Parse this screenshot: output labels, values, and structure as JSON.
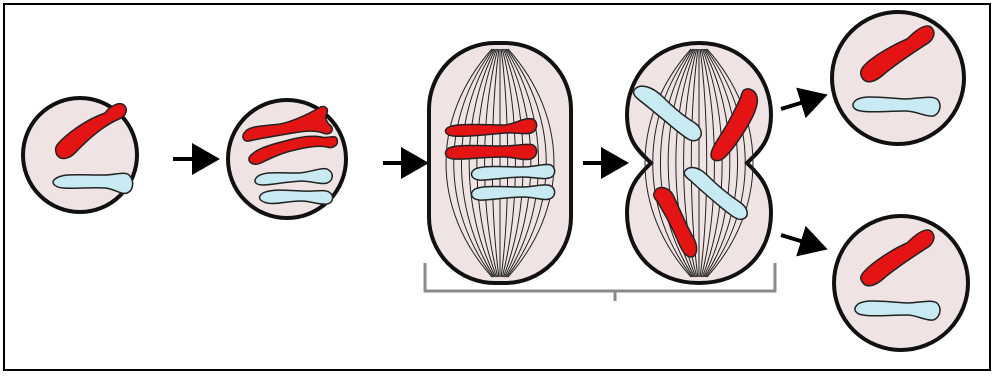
{
  "diagram": {
    "colors": {
      "cell_fill": "#f0e3e3",
      "cell_outline": "#111111",
      "red_chromosome": "#e41414",
      "blue_chromosome": "#c7eaf3",
      "chromosome_outline": "#222222",
      "arrow": "#000000",
      "bracket": "#8a8a8a",
      "spindle": "#222222"
    },
    "stages": [
      {
        "id": "stage-1",
        "icon": "cell-with-two-chromosomes"
      },
      {
        "id": "stage-2",
        "icon": "cell-with-replicated-chromosomes"
      },
      {
        "id": "stage-3",
        "icon": "dividing-cell-metaphase"
      },
      {
        "id": "stage-4",
        "icon": "dividing-cell-anaphase"
      },
      {
        "id": "stage-5",
        "icon": "daughter-cell"
      },
      {
        "id": "stage-6",
        "icon": "daughter-cell"
      }
    ]
  }
}
